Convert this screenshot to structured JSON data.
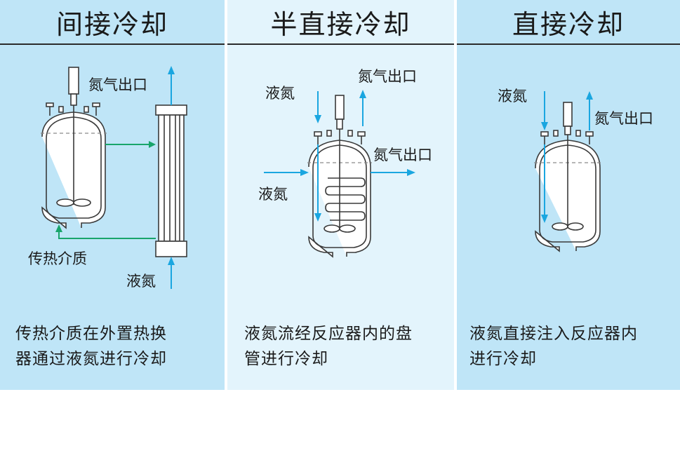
{
  "panels": [
    {
      "title": "间接冷却",
      "description_line1": "传热介质在外置热换",
      "description_line2": "器通过液氮进行冷却",
      "labels": {
        "gas_out": "氮气出口",
        "medium": "传热介质",
        "ln2": "液氮"
      }
    },
    {
      "title": "半直接冷却",
      "description_line1": "液氮流经反应器内的盘",
      "description_line2": "管进行冷却",
      "labels": {
        "ln2_top": "液氮",
        "gas_out_top": "氮气出口",
        "gas_out_side": "氮气出口",
        "ln2_side": "液氮"
      }
    },
    {
      "title": "直接冷却",
      "description_line1": "液氮直接注入反应器内",
      "description_line2": "进行冷却",
      "labels": {
        "ln2": "液氮",
        "gas_out": "氮气出口"
      }
    }
  ],
  "colors": {
    "panel_dark": "#bfe5f7",
    "panel_light": "#e3f4fc",
    "nitrogen_arrow": "#1aa6e0",
    "medium_arrow": "#19a56b"
  }
}
